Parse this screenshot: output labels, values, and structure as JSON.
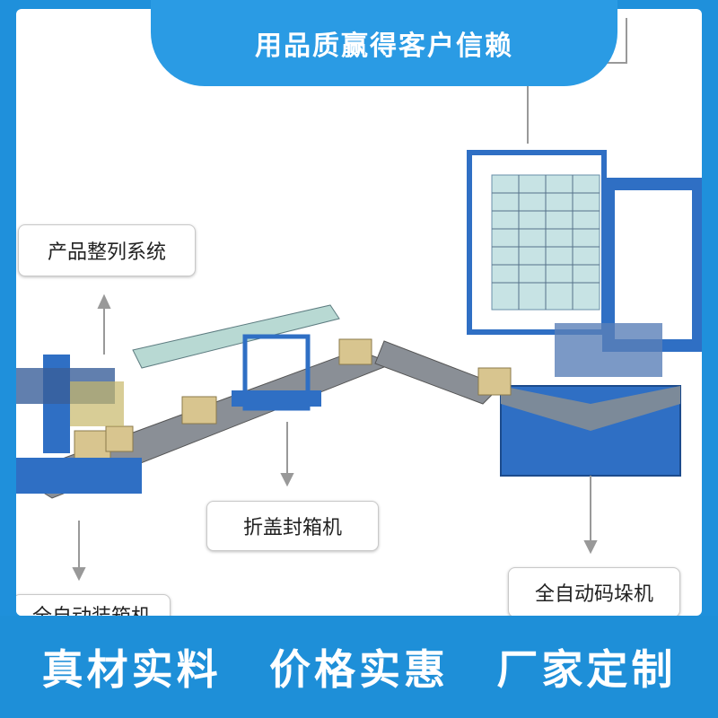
{
  "banner": {
    "title": "用品质赢得客户信赖"
  },
  "labels": {
    "arrange": "产品整列系统",
    "seal": "折盖封箱机",
    "palletizer": "全自动码垛机",
    "packer": "全自动装箱机"
  },
  "footer": {
    "slogan_1": "真材实料",
    "slogan_2": "价格实惠",
    "slogan_3": "厂家定制"
  },
  "colors": {
    "frame_blue": "#1e8fd8",
    "machine_blue": "#2f6fc4",
    "conveyor_gray": "#8a8f96",
    "box_tan": "#d8c58f"
  }
}
